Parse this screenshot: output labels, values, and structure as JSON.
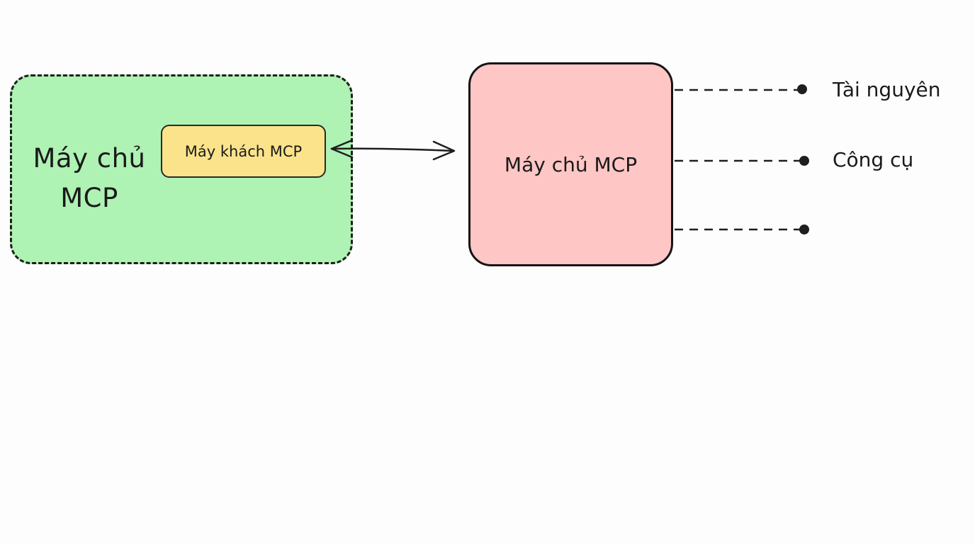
{
  "host": {
    "label_line1": "Máy chủ",
    "label_line2": "MCP"
  },
  "client": {
    "label": "Máy khách MCP"
  },
  "server": {
    "label": "Máy chủ MCP"
  },
  "capabilities": [
    {
      "label": "Tài nguyên"
    },
    {
      "label": "Công cụ"
    },
    {
      "label": ""
    }
  ],
  "colors": {
    "host_fill": "#aef2b4",
    "client_fill": "#fbe38b",
    "server_fill": "#ffc6c6",
    "stroke": "#1e1e1e"
  }
}
